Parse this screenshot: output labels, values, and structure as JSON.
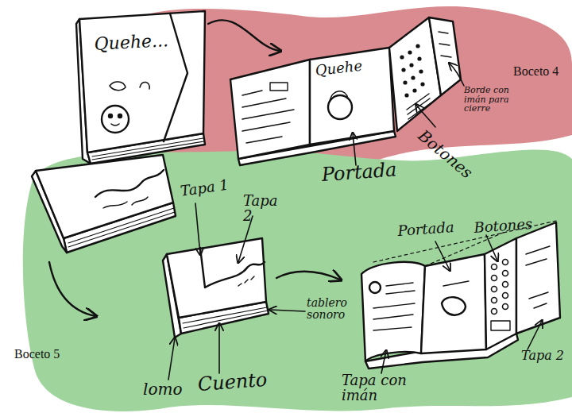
{
  "diagram": {
    "labels": [
      "Quehe...",
      "Quehe",
      "Borde con imán para cierre",
      "Botones",
      "Portada",
      "Boceto 4",
      "Tapa 1",
      "Tapa 2",
      "tablero sonoro",
      "lomo",
      "Cuento",
      "Portada",
      "Botones",
      "Tapa 2",
      "Tapa con imán",
      "Boceto 5"
    ]
  }
}
